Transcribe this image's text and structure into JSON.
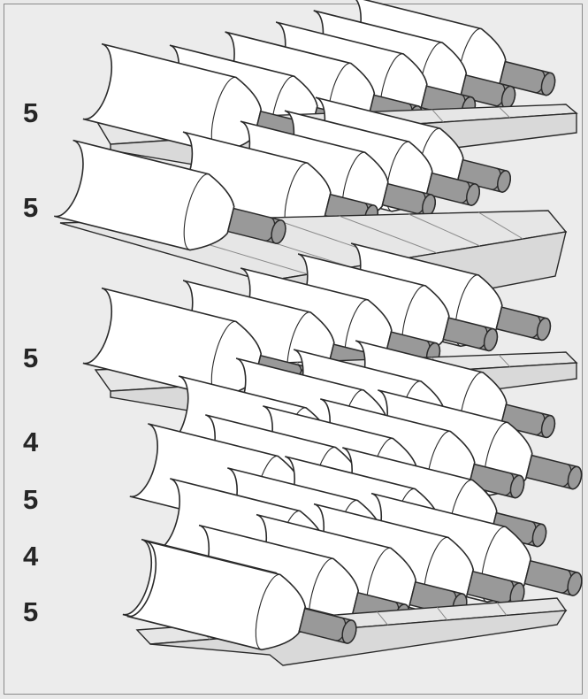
{
  "colors": {
    "background": "#ececec",
    "bottle": "#ffffff",
    "neck": "#999999",
    "outline": "#2a2a2a",
    "shelf": "#e6e6e6",
    "label_text": "#262626"
  },
  "bottle_counts": [
    {
      "label": "5"
    },
    {
      "label": "5"
    },
    {
      "label": "5"
    },
    {
      "label": "4"
    },
    {
      "label": "5"
    },
    {
      "label": "4"
    },
    {
      "label": "5"
    }
  ]
}
